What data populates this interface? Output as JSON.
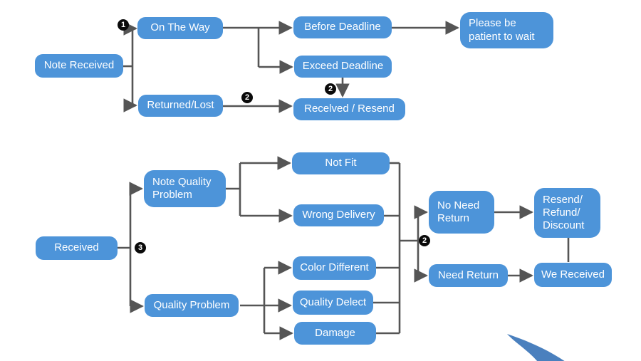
{
  "diagram": {
    "type": "flowchart",
    "colors": {
      "background": "#FFFFFF",
      "node_fill": "#4D94D9",
      "node_text": "#FFFFFF",
      "connector": "#555555",
      "badge_bg": "#0A0A0A",
      "badge_text": "#FFFFFF",
      "swoosh": "#4A80BE"
    },
    "badges": {
      "one": "1",
      "two": "2",
      "three": "3"
    },
    "nodes": {
      "note_received": "Note Received",
      "on_the_way": "On The Way",
      "before_deadline": "Before Deadline",
      "please_wait": "Please be\npatient to wait",
      "exceed_deadline": "Exceed Deadline",
      "returned_lost": "Returned/Lost",
      "received_resend": "Recelved / Resend",
      "received": "Received",
      "note_quality_problem": "Note Quality\nProblem",
      "not_fit": "Not Fit",
      "wrong_delivery": "Wrong Delivery",
      "quality_problem": "Quality Problem",
      "color_different": "Color Different",
      "quality_defect": "Quality Delect",
      "damage": "Damage",
      "no_need_return": "No Need\nReturn",
      "resend_refund_discount": "Resend/\nRefund/\nDiscount",
      "need_return": "Need Return",
      "we_received": "We Received"
    }
  }
}
